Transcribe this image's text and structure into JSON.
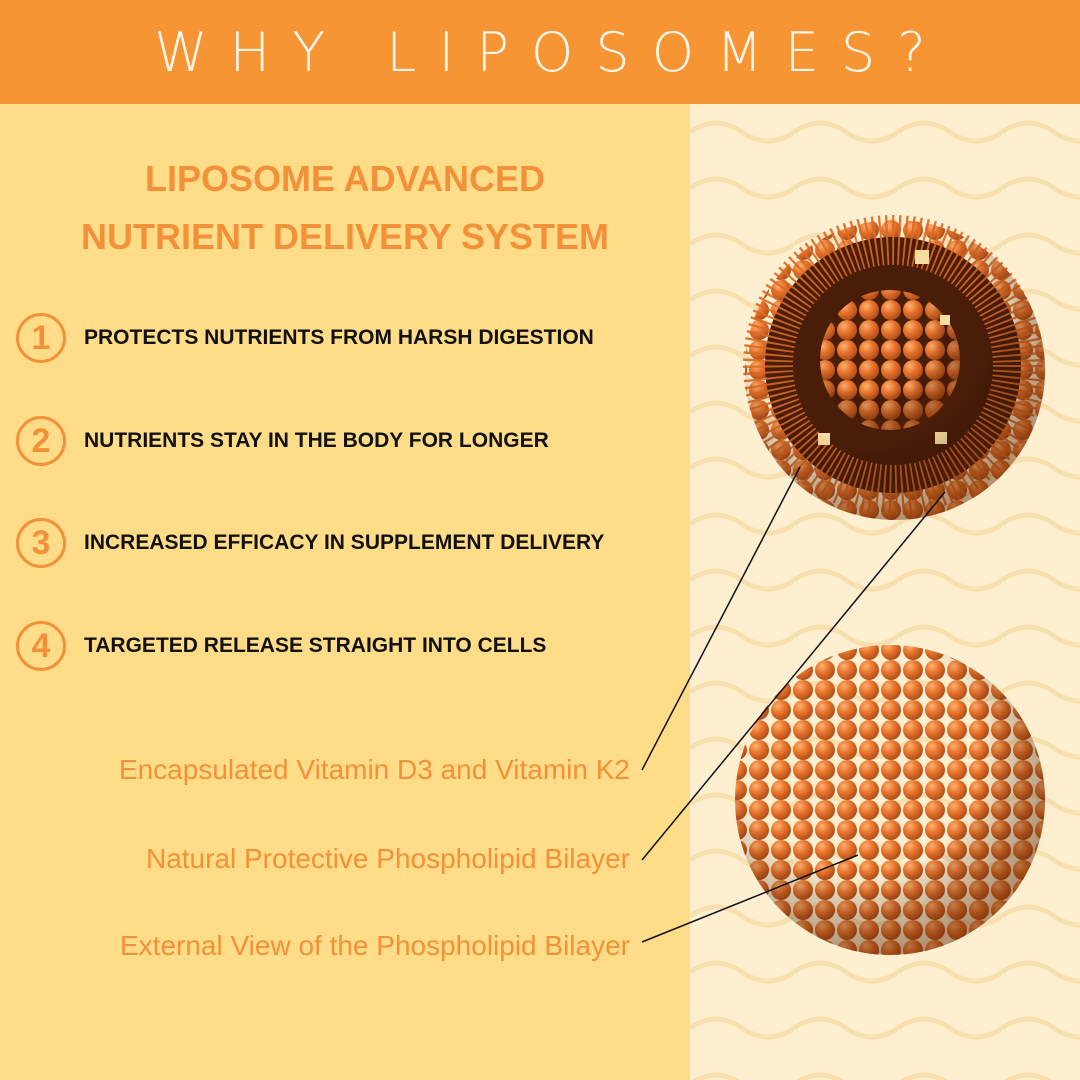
{
  "header": {
    "title": "WHY LIPOSOMES?"
  },
  "subtitle": {
    "line1": "LIPOSOME ADVANCED",
    "line2": "NUTRIENT DELIVERY SYSTEM"
  },
  "benefits": [
    {
      "number": "1",
      "text": "PROTECTS NUTRIENTS FROM HARSH DIGESTION"
    },
    {
      "number": "2",
      "text": "NUTRIENTS STAY IN THE BODY FOR LONGER"
    },
    {
      "number": "3",
      "text": "INCREASED EFFICACY IN SUPPLEMENT DELIVERY"
    },
    {
      "number": "4",
      "text": "TARGETED RELEASE STRAIGHT INTO CELLS"
    }
  ],
  "labels": [
    {
      "text": "Encapsulated Vitamin D3 and Vitamin K2"
    },
    {
      "text": "Natural Protective Phospholipid Bilayer"
    },
    {
      "text": "External View of the Phospholipid Bilayer"
    }
  ],
  "colors": {
    "header_bg": "#f79535",
    "left_bg": "#ffdc87",
    "right_bg": "#fdefd0",
    "accent": "#f3913a",
    "sphere": "#e8742c"
  },
  "images": {
    "cross_section": "liposome-cross-section-illustration",
    "external": "liposome-external-sphere-illustration"
  }
}
